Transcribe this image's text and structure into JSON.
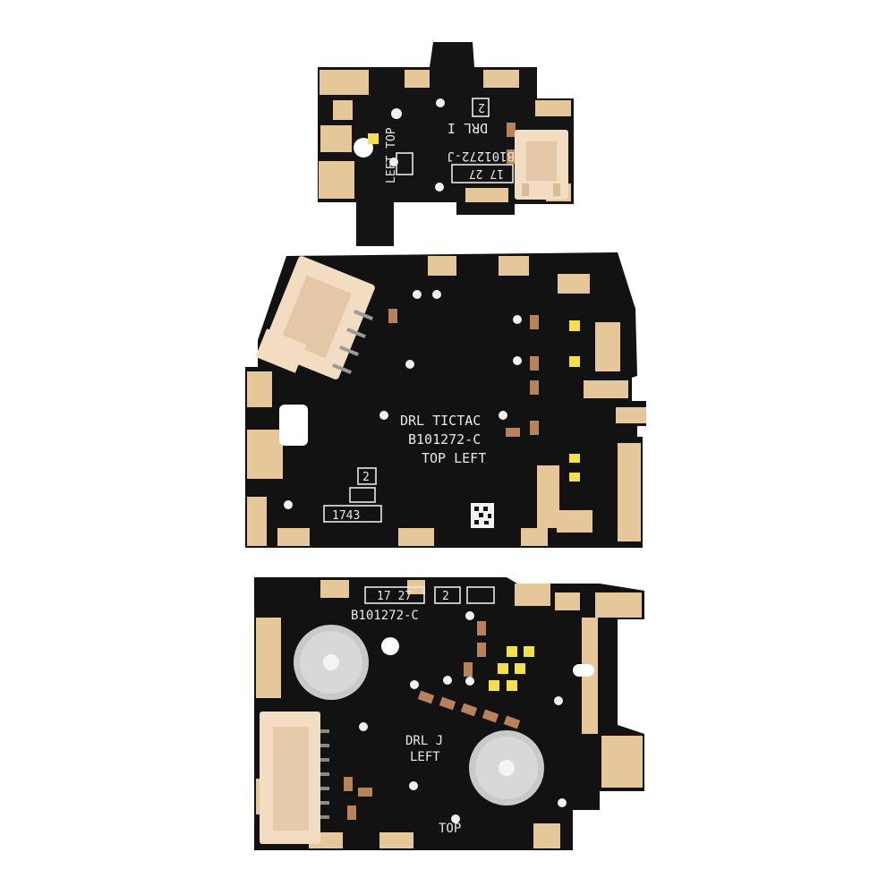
{
  "colors": {
    "background": "#ffffff",
    "board_mask": "#121212",
    "copper_pad": "#e6c79a",
    "connector_plastic": "#f2dcc2",
    "silkscreen": "#e8e8e8",
    "led_yellow": "#f4e04d",
    "metal_pad": "#c9c9c9"
  },
  "boards": {
    "top": {
      "text_left_top": "LEFT TOP",
      "text_drl": "DRL I",
      "text_num": "2",
      "text_part": "B101272-J",
      "text_date": "17 27"
    },
    "middle": {
      "text_line1": "DRL TICTAC",
      "text_line2": "B101272-C",
      "text_line3": "TOP LEFT",
      "text_num": "2",
      "text_date": "1743"
    },
    "bottom": {
      "text_date": "17 27",
      "text_num": "2",
      "text_part": "B101272-C",
      "text_drl": "DRL J",
      "text_left": "LEFT",
      "text_top": "TOP"
    }
  }
}
